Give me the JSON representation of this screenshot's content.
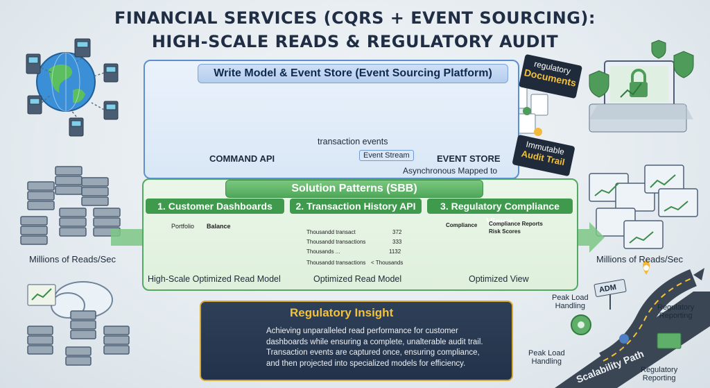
{
  "title": {
    "line1": "FINANCIAL SERVICES (CQRS + EVENT SOURCING):",
    "line2": "HIGH-SCALE READS & REGULATORY AUDIT"
  },
  "write_model": {
    "header": "Write Model & Event Store (Event Sourcing Platform)",
    "command_api": "COMMAND API",
    "transaction_events": "transaction events",
    "event_store": "EVENT STORE",
    "regulatory_tag_line1": "regulatory",
    "regulatory_tag_line2": "Documents",
    "immutable_tag_line1": "Immutable",
    "immutable_tag_line2": "Audit Trail"
  },
  "event_stream": "Event Stream",
  "async_mapped": "Asynchronous Mapped to",
  "solution": {
    "header": "Solution Patterns (SBB)",
    "col1": {
      "title": "1. Customer Dashboards",
      "portfolio": "Portfolio",
      "balance": "Balance",
      "caption": "High-Scale Optimized Read Model"
    },
    "col2": {
      "title": "2. Transaction History API",
      "rows": [
        {
          "text": "Thousandd transact",
          "value": "372"
        },
        {
          "text": "Thousandd transactions",
          "value": "333"
        },
        {
          "text": "Thousands ...",
          "value": "1132"
        },
        {
          "text": "Thousandd transactions",
          "value": "< Thousands"
        }
      ],
      "caption": "Optimized Read Model"
    },
    "col3": {
      "title": "3. Regulatory Compliance Views",
      "compliance": "Compliance",
      "compliance_reports": "Compliance Reports",
      "risk_scores": "Risk Scores",
      "caption": "Optimized View"
    }
  },
  "reads_left": "Millions of Reads/Sec",
  "reads_right": "Millions of Reads/Sec",
  "insight": {
    "title": "Regulatory Insight",
    "line1": "Achieving unparalleled read performance for customer",
    "line2": "dashboards while ensuring a complete, unalterable audit trail.",
    "line3": "Transaction events are captured once, ensuring compliance,",
    "line4": "and then projected into specialized models for efficiency."
  },
  "scalability": {
    "sign": "ADM",
    "peak_load_1": "Peak Load",
    "handling_1": "Handling",
    "regulatory_1": "Regulatory",
    "reporting_1": "Reporting",
    "peak_load_2": "Peak Load",
    "handling_2": "Handling",
    "regulatory_2": "Regulatory",
    "reporting_2": "Reporting",
    "path": "Scalability Path"
  },
  "colors": {
    "write_blue": "#5d8fd0",
    "solution_green": "#55a764",
    "insight_gold": "#f4c13a",
    "navy": "#1f2d45"
  }
}
